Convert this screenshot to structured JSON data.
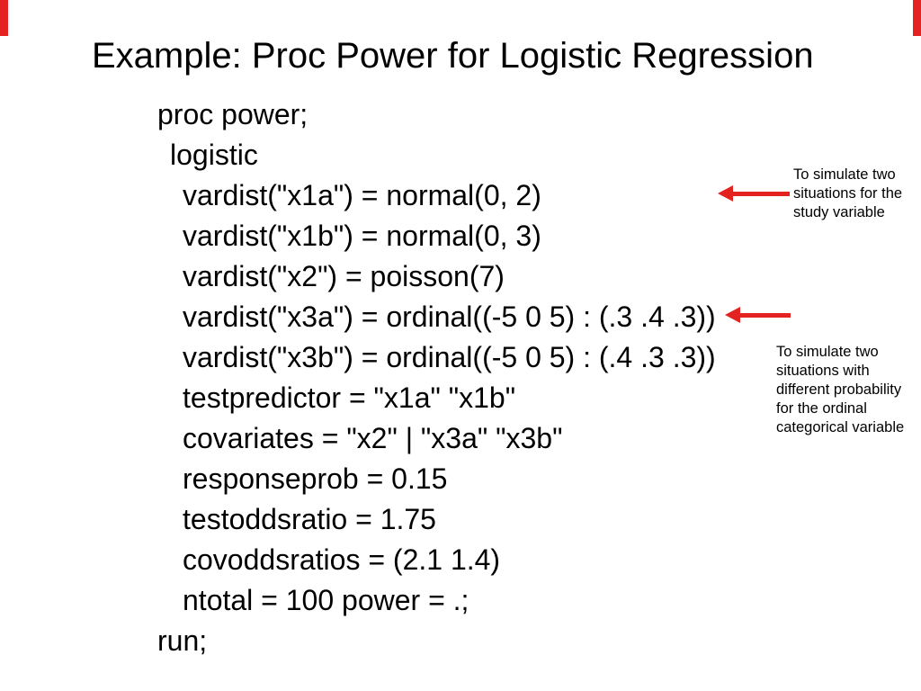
{
  "slide": {
    "title": "Example: Proc Power for Logistic Regression"
  },
  "code": {
    "lines": [
      "proc power;",
      "logistic",
      "vardist(\"x1a\") = normal(0, 2)",
      "vardist(\"x1b\") = normal(0, 3)",
      "vardist(\"x2\") = poisson(7)",
      "vardist(\"x3a\") = ordinal((-5 0 5) : (.3 .4 .3))",
      "vardist(\"x3b\") = ordinal((-5 0 5) : (.4 .3 .3))",
      "testpredictor = \"x1a\" \"x1b\"",
      "covariates = \"x2\" | \"x3a\" \"x3b\"",
      "responseprob = 0.15",
      "testoddsratio = 1.75",
      "covoddsratios = (2.1 1.4)",
      "ntotal = 100 power = .;",
      "run;"
    ]
  },
  "annotations": {
    "study": {
      "lines": [
        "To simulate two",
        "situations for the",
        "study variable"
      ]
    },
    "ordinal": {
      "lines": [
        "To simulate two",
        "situations with",
        "different probability",
        "for the ordinal",
        "categorical variable"
      ]
    }
  },
  "icons": {
    "arrow_left_1": "left-arrow-icon",
    "arrow_left_2": "left-arrow-icon"
  },
  "colors": {
    "accent_red": "#e42320",
    "text": "#000000",
    "background": "#ffffff"
  }
}
